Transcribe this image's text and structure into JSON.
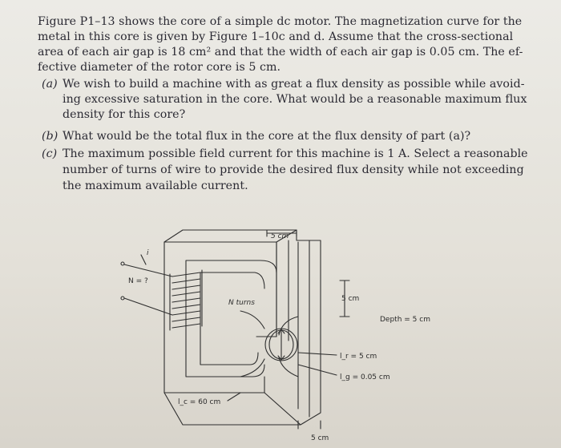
{
  "problem": {
    "intro": [
      "Figure P1–13 shows the core of a simple dc motor. The magnetization curve for the",
      "metal in this core is given by Figure 1–10c and d. Assume that the cross-sectional",
      "area of each air gap is 18 cm² and that the width of each air gap is 0.05 cm. The ef-",
      "fective diameter of the rotor core is 5 cm."
    ],
    "part_a": {
      "marker": "(a)",
      "lines": [
        "We wish to build a machine with as great a flux density as possible while avoid-",
        "ing excessive saturation in the core. What would be a reasonable maximum flux",
        "density for this core?"
      ]
    },
    "part_b": {
      "marker": "(b)",
      "lines": [
        "What would be the total flux in the core at the flux density of part (a)?"
      ]
    },
    "part_c": {
      "marker": "(c)",
      "lines": [
        "The maximum possible field current for this machine is 1 A. Select a reasonable",
        "number of turns of wire to provide the desired flux density while not exceeding",
        "the maximum available current."
      ]
    }
  },
  "figure": {
    "current_label": "i",
    "turns_question": "N = ?",
    "turns_label": "N turns",
    "top_width": "5 cm",
    "right_width": "5 cm",
    "depth": "Depth = 5 cm",
    "rotor_length": "l_r = 5 cm",
    "gap_length": "l_g = 0.05 cm",
    "core_length": "l_c = 60 cm",
    "bottom_width": "5 cm",
    "stroke_color": "#2f2f2f"
  }
}
